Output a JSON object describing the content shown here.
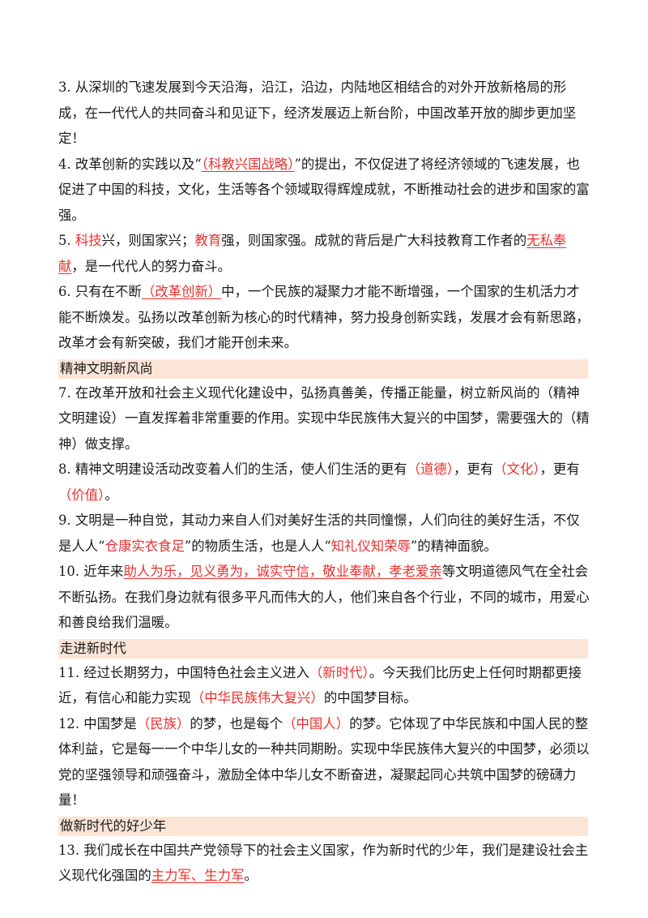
{
  "paragraphs": {
    "p3": {
      "a": "3. 从深圳的飞速发展到今天沿海，沿江，沿边，内陆地区相结合的对外开放新格局的形成，在一代代人的共同奋斗和见证下，经济发展迈上新台阶，中国改革开放的脚步更加坚定！"
    },
    "p4": {
      "a": "4. 改革创新的实践以及“",
      "ans": "（科教兴国战略）",
      "b": "”的提出，不仅促进了将经济领域的飞速发展，也促进了中国的科技，文化，生活等各个领域取得辉煌成就，不断推动社会的进步和国家的富强。"
    },
    "p5": {
      "a": "5. ",
      "ans1": "科技",
      "b": "兴，则国家兴；",
      "ans2": "教育",
      "c": "强，则国家强。成就的背后是广大科技教育工作者的",
      "ans3": "无私奉献",
      "d": "，是一代代人的努力奋斗。"
    },
    "p6": {
      "a": "6. 只有在不断",
      "ans": "（改革创新）",
      "b": "中，一个民族的凝聚力才能不断增强，一个国家的生机活力才能不断焕发。弘扬以改革创新为核心的时代精神，努力投身创新实践，发展才会有新思路，改革才会有新突破，我们才能开创未来。"
    },
    "p7": {
      "a": "7. 在改革开放和社会主义现代化建设中，弘扬真善美，传播正能量，树立新风尚的（精神文明建设）一直发挥着非常重要的作用。实现中华民族伟大复兴的中国梦，需要强大的（精神）做支撑。"
    },
    "p8": {
      "a": "8. 精神文明建设活动改变着人们的生活，使人们生活的更有",
      "ans1": "（道德）",
      "b": "，更有",
      "ans2": "（文化）",
      "c": "，更有",
      "ans3": "（价值）",
      "d": "。"
    },
    "p9": {
      "a": "9. 文明是一种自觉，其动力来自人们对美好生活的共同憧憬，人们向往的美好生活，不仅是人人“",
      "ans1": "仓康实衣食足",
      "b": "”的物质生活，也是人人“",
      "ans2": "知礼仪知荣辱",
      "c": "”的精神面貌。"
    },
    "p10": {
      "a": "10. 近年来",
      "ans": "助人为乐，见义勇为，诚实守信，敬业奉献，孝老爱亲",
      "b": "等文明道德风气在全社会不断弘扬。在我们身边就有很多平凡而伟大的人，他们来自各个行业，不同的城市，用爱心和善良给我们温暖。"
    },
    "p11": {
      "a": "11. 经过长期努力，中国特色社会主义进入",
      "ans1": "（新时代）",
      "b": "。今天我们比历史上任何时期都更接近，有信心和能力实现",
      "ans2": "（中华民族伟大复兴）",
      "c": "的中国梦目标。"
    },
    "p12": {
      "a": "12. 中国梦是",
      "ans1": "（民族）",
      "b": "的梦，也是每个",
      "ans2": "（中国人）",
      "c": "的梦。它体现了中华民族和中国人民的整体利益，它是每一一个中华儿女的一种共同期盼。实现中华民族伟大复兴的中国梦，必须以党的坚强领导和顽强奋斗，激励全体中华儿女不断奋进，凝聚起同心共筑中国梦的磅礴力量！"
    },
    "p13": {
      "a": "13. 我们成长在中国共产党领导下的社会主义国家，作为新时代的少年，我们是建设社会主义现代化强国的",
      "ans": "主力军、生力军",
      "b": "。"
    }
  },
  "headings": {
    "h1": "精神文明新风尚",
    "h2": "走进新时代",
    "h3": "做新时代的好少年"
  },
  "colors": {
    "answer_red": "#e8312f",
    "heading_bg": "#fbe5d6"
  }
}
